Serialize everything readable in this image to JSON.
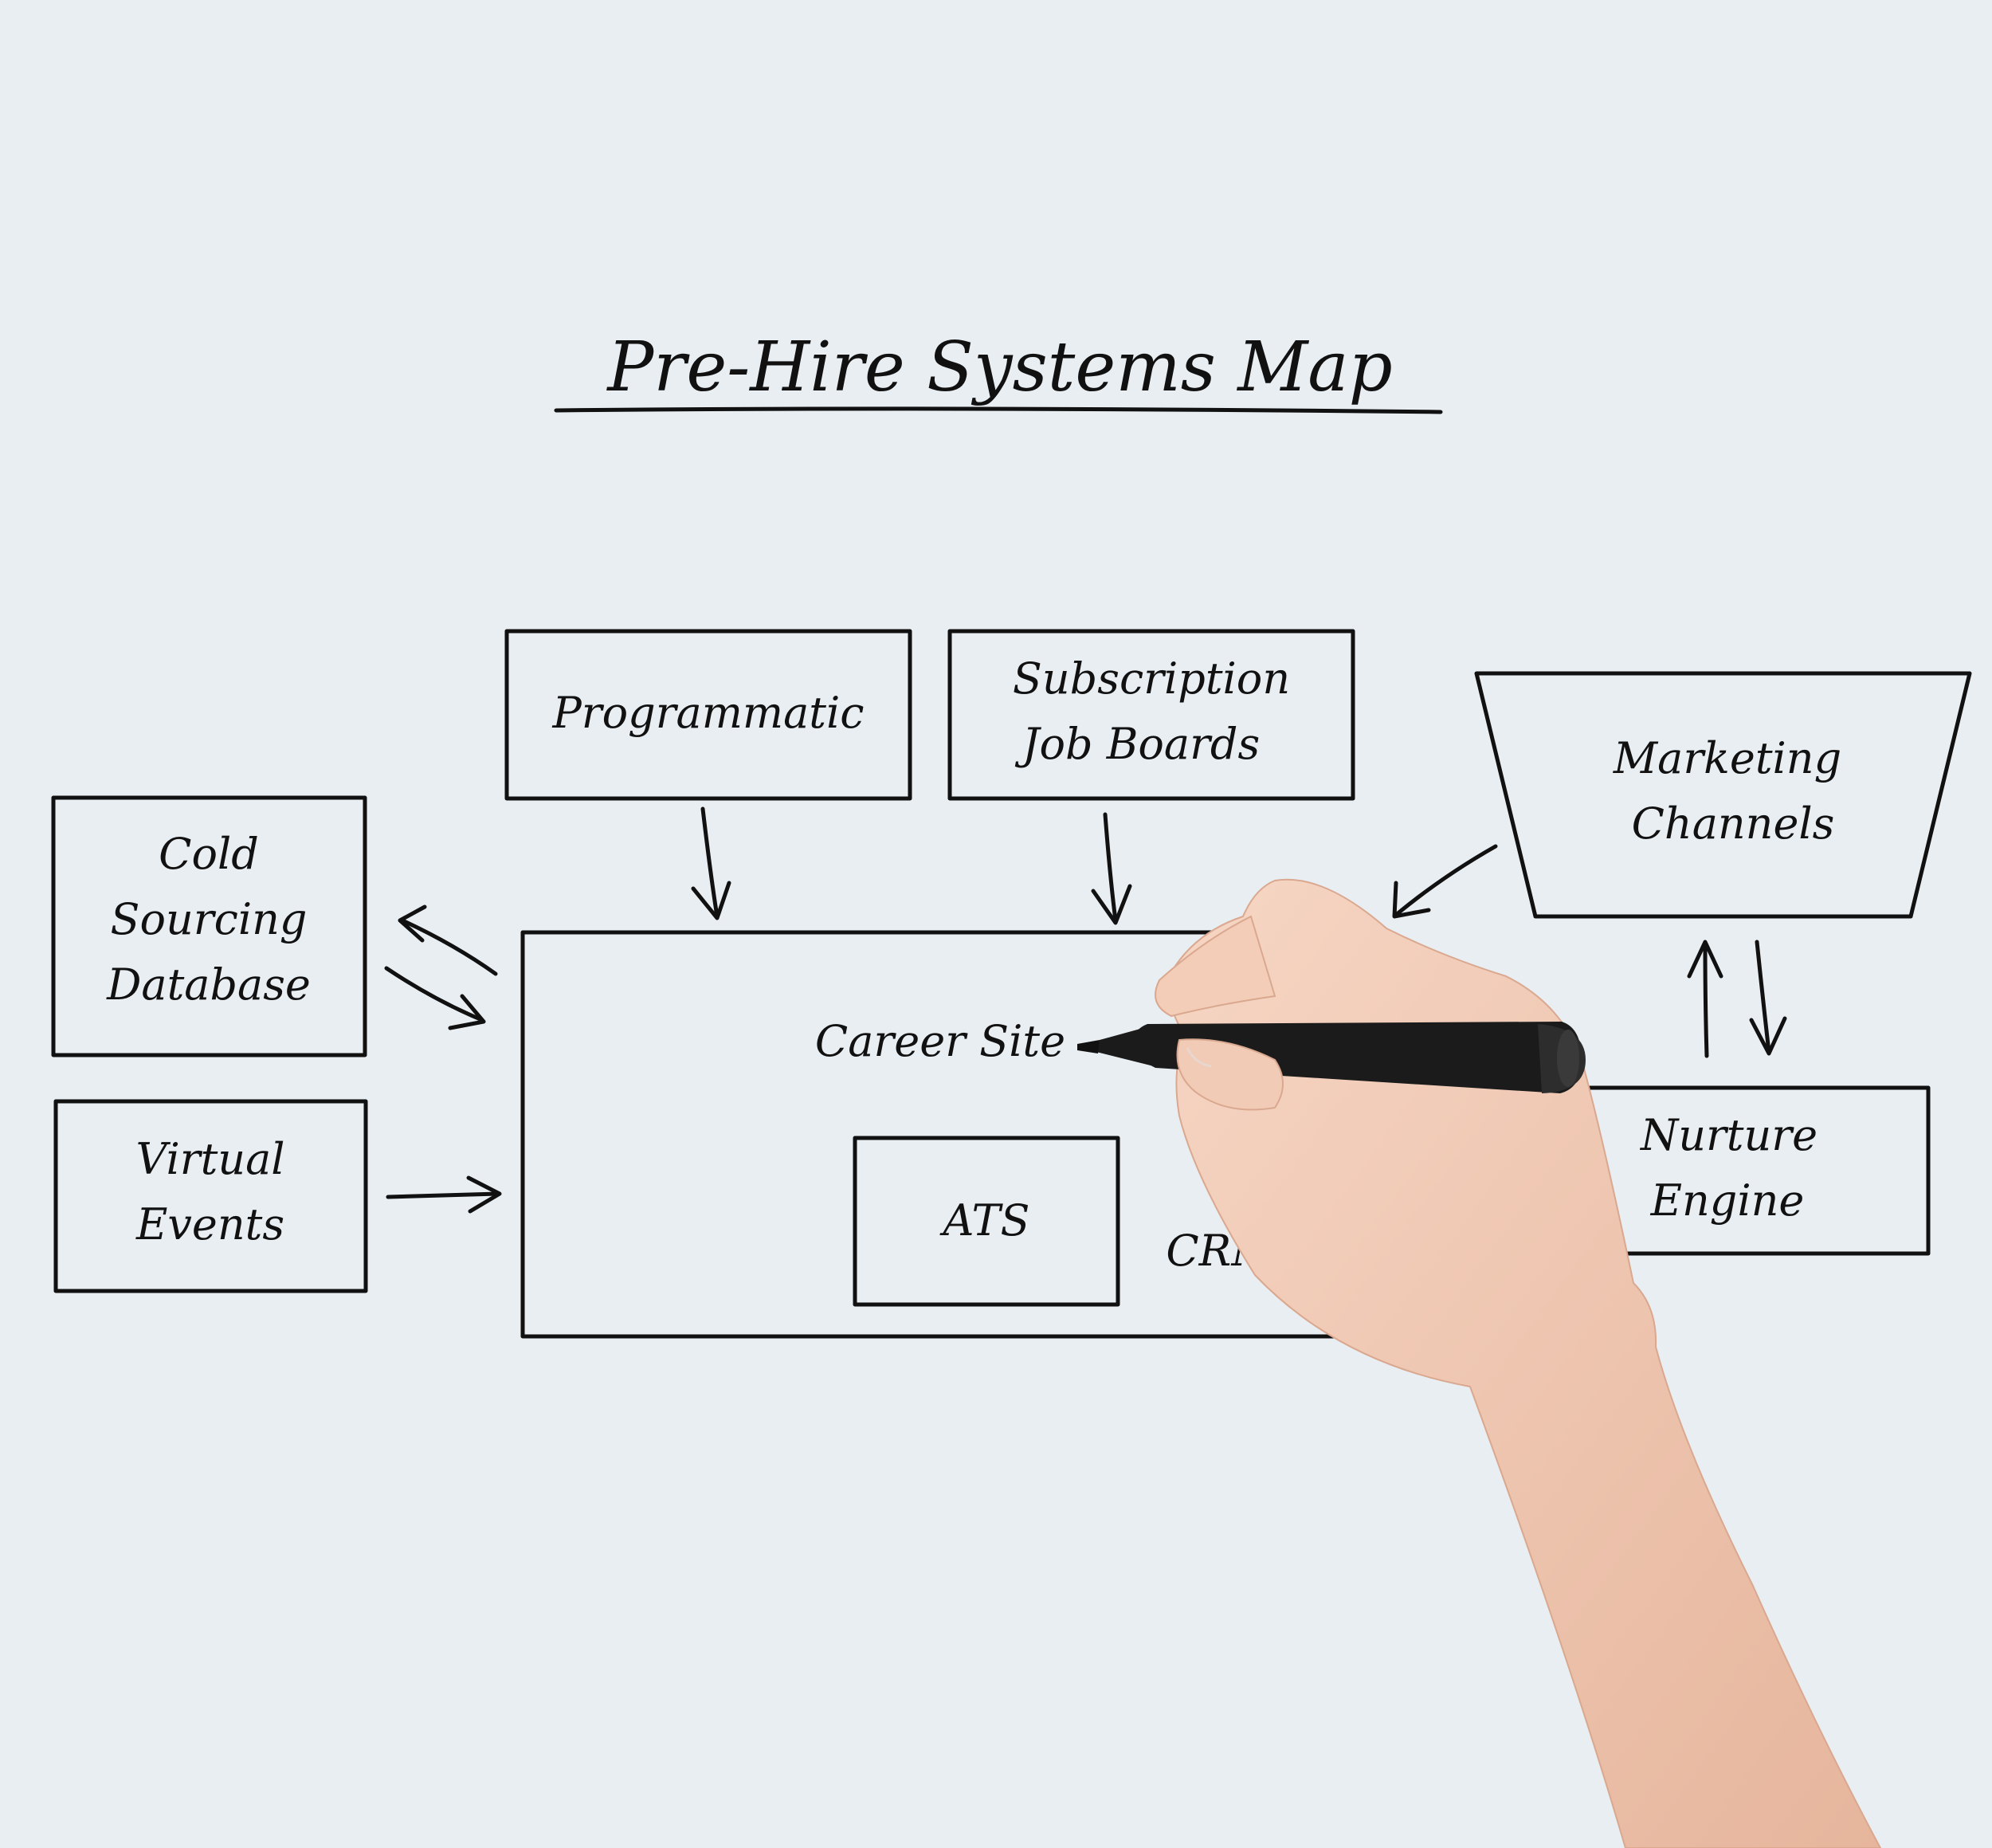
{
  "title": "Pre-Hire Systems Map",
  "nodes": {
    "programmatic": [
      "Programmatic"
    ],
    "subscription_job_boards": [
      "Subscription",
      "Job Boards"
    ],
    "marketing_channels": [
      "Marketing",
      "Channels"
    ],
    "cold_sourcing_database": [
      "Cold",
      "Sourcing",
      "Database"
    ],
    "virtual_events": [
      "Virtual",
      "Events"
    ],
    "career_site": [
      "Career Site"
    ],
    "ats": [
      "ATS"
    ],
    "crm": [
      "CRM"
    ],
    "nurture_engine": [
      "Nurture",
      "Engine"
    ]
  },
  "colors": {
    "background": "#e9eef3",
    "ink": "#111111",
    "skin": "#f0c7b1",
    "marker": "#1b1b1b"
  },
  "illustration": {
    "icon": "hand-with-marker-icon"
  }
}
